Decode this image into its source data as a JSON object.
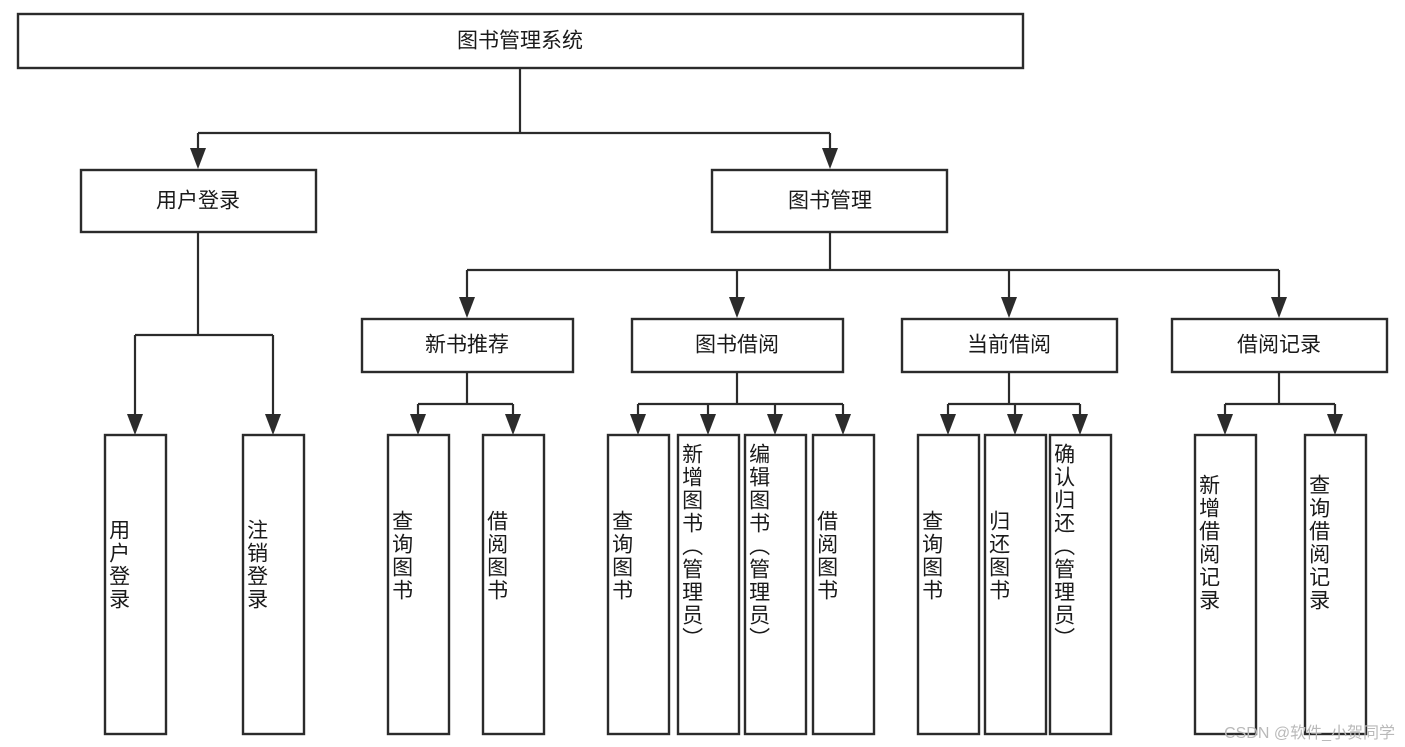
{
  "diagram": {
    "type": "hierarchy-tree",
    "title": "图书管理系统",
    "watermark": "CSDN @软件_小贺同学",
    "background_color": "#ffffff",
    "line_color": "#2b2b2b",
    "text_color": "#1a1a1a",
    "levels": 3,
    "root": {
      "label": "图书管理系统",
      "orientation": "horizontal"
    },
    "level1": [
      {
        "label": "用户登录",
        "orientation": "horizontal"
      },
      {
        "label": "图书管理",
        "orientation": "horizontal"
      }
    ],
    "level2": [
      {
        "label": "新书推荐",
        "orientation": "horizontal"
      },
      {
        "label": "图书借阅",
        "orientation": "horizontal"
      },
      {
        "label": "当前借阅",
        "orientation": "horizontal"
      },
      {
        "label": "借阅记录",
        "orientation": "horizontal"
      }
    ],
    "leaves": {
      "user_login": [
        {
          "label": "用户登录",
          "orientation": "vertical"
        },
        {
          "label": "注销登录",
          "orientation": "vertical"
        }
      ],
      "new_book_recommend": [
        {
          "label": "查询图书",
          "orientation": "vertical"
        },
        {
          "label": "借阅图书",
          "orientation": "vertical"
        }
      ],
      "book_borrow": [
        {
          "label": "查询图书",
          "orientation": "vertical"
        },
        {
          "label": "新增图书（管理员）",
          "orientation": "vertical"
        },
        {
          "label": "编辑图书（管理员）",
          "orientation": "vertical"
        },
        {
          "label": "借阅图书",
          "orientation": "vertical"
        }
      ],
      "current_borrow": [
        {
          "label": "查询图书",
          "orientation": "vertical"
        },
        {
          "label": "归还图书",
          "orientation": "vertical"
        },
        {
          "label": "确认归还（管理员）",
          "orientation": "vertical"
        }
      ],
      "borrow_record": [
        {
          "label": "新增借阅记录",
          "orientation": "vertical"
        },
        {
          "label": "查询借阅记录",
          "orientation": "vertical"
        }
      ]
    }
  }
}
